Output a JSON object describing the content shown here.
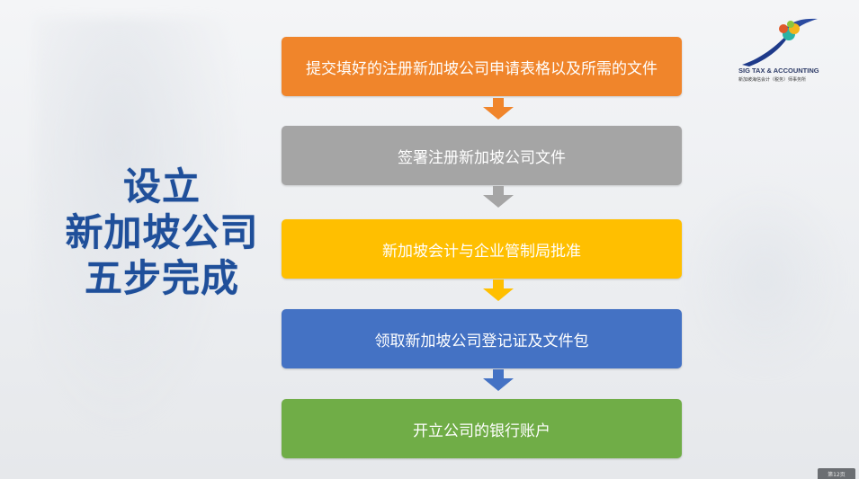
{
  "title_lines": [
    "设立",
    "新加坡公司",
    "五步完成"
  ],
  "steps": [
    {
      "label": "提交填好的注册新加坡公司申请表格以及所需的文件",
      "color": "#f0852b",
      "arrow_color": "#f0852b"
    },
    {
      "label": "签署注册新加坡公司文件",
      "color": "#a5a5a5",
      "arrow_color": "#a5a5a5"
    },
    {
      "label": "新加坡会计与企业管制局批准",
      "color": "#ffbf00",
      "arrow_color": "#ffbf00"
    },
    {
      "label": "领取新加坡公司登记证及文件包",
      "color": "#4472c4",
      "arrow_color": "#4472c4"
    },
    {
      "label": "开立公司的银行账户",
      "color": "#70ad47"
    }
  ],
  "logo": {
    "name": "SIG TAX & ACCOUNTING",
    "subtitle": "新加坡海信会计（税务）师事务所"
  },
  "page_tag": "第12页"
}
